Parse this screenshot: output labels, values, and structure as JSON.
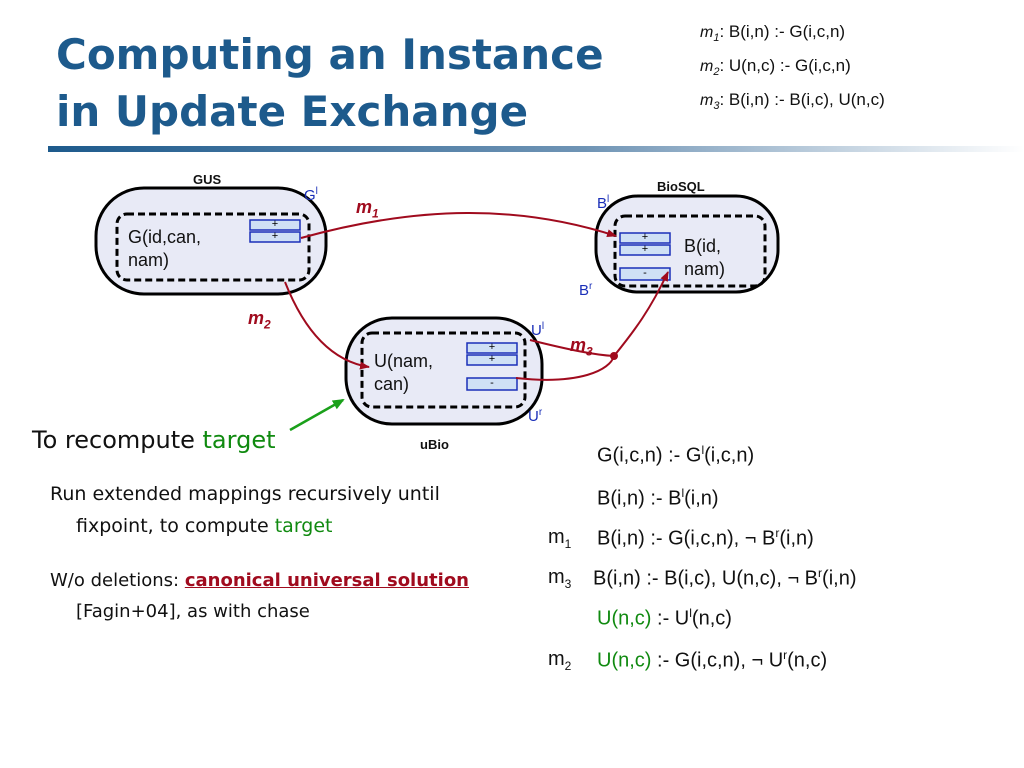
{
  "title": {
    "line1": "Computing an Instance",
    "line2": "in Update Exchange"
  },
  "mappings": [
    {
      "name": "m",
      "sub": "1",
      "rule": "B(i,n) :- G(i,c,n)"
    },
    {
      "name": "m",
      "sub": "2",
      "rule": "U(n,c) :- G(i,c,n)"
    },
    {
      "name": "m",
      "sub": "3",
      "rule": "B(i,n) :- B(i,c), U(n,c)"
    }
  ],
  "diagram": {
    "peers": [
      {
        "name": "GUS",
        "relation_line1": "G(id,can,",
        "relation_line2": "nam)",
        "local_table": "G",
        "local_sup": "l",
        "cells": [
          "+",
          "+"
        ]
      },
      {
        "name": "BioSQL",
        "relation_line1": "B(id,",
        "relation_line2": "nam)",
        "local_table": "B",
        "local_sup": "l",
        "reject_table": "B",
        "reject_sup": "r",
        "cells": [
          "+",
          "+",
          "-"
        ]
      },
      {
        "name": "uBio",
        "relation_line1": "U(nam,",
        "relation_line2": "can)",
        "local_table": "U",
        "local_sup": "l",
        "reject_table": "U",
        "reject_sup": "r",
        "cells": [
          "+",
          "+",
          "-"
        ]
      }
    ],
    "edges": [
      {
        "label": "m",
        "sub": "1"
      },
      {
        "label": "m",
        "sub": "2"
      },
      {
        "label": "m",
        "sub": "3"
      }
    ],
    "colors": {
      "edge": "#a00b1e",
      "pointer": "#1aa01a",
      "peer_fill": "#e8eaf6",
      "cell_fill": "#cfe0f5",
      "cell_stroke": "#1a2fb8"
    }
  },
  "content": {
    "heading_prefix": "To recompute ",
    "heading_highlight": "target",
    "bullet1_text": "Run extended mappings recursively until fixpoint, to compute ",
    "bullet1_highlight": "target",
    "bullet2_prefix": "W/o deletions: ",
    "bullet2_highlight": "canonical universal solution",
    "bullet2_suffix": " [Fagin+04], as with chase"
  },
  "rules": [
    {
      "num": "",
      "num_sub": "",
      "html_parts": {
        "head": "G(i,c,n) :- G",
        "sup1": "l",
        "rest": "(i,c,n)"
      }
    },
    {
      "num": "",
      "num_sub": "",
      "html_parts": {
        "head": "B(i,n) :- B",
        "sup1": "l",
        "rest": "(i,n)"
      }
    },
    {
      "num": "m",
      "num_sub": "1",
      "html_parts": {
        "head": "B(i,n) :- G(i,c,n), ¬ B",
        "sup1": "r",
        "rest": "(i,n)"
      }
    },
    {
      "num": "m",
      "num_sub": "3",
      "html_parts": {
        "head": "B(i,n) :- B(i,c), U(n,c), ¬ B",
        "sup1": "r",
        "rest": "(i,n)"
      }
    },
    {
      "num": "",
      "num_sub": "",
      "html_parts": {
        "green": "U(n,c)",
        "head": " :- U",
        "sup1": "l",
        "rest": "(n,c)"
      }
    },
    {
      "num": "m",
      "num_sub": "2",
      "html_parts": {
        "green": "U(n,c)",
        "head": " :- G(i,c,n), ¬ U",
        "sup1": "r",
        "rest": "(n,c)"
      }
    }
  ]
}
